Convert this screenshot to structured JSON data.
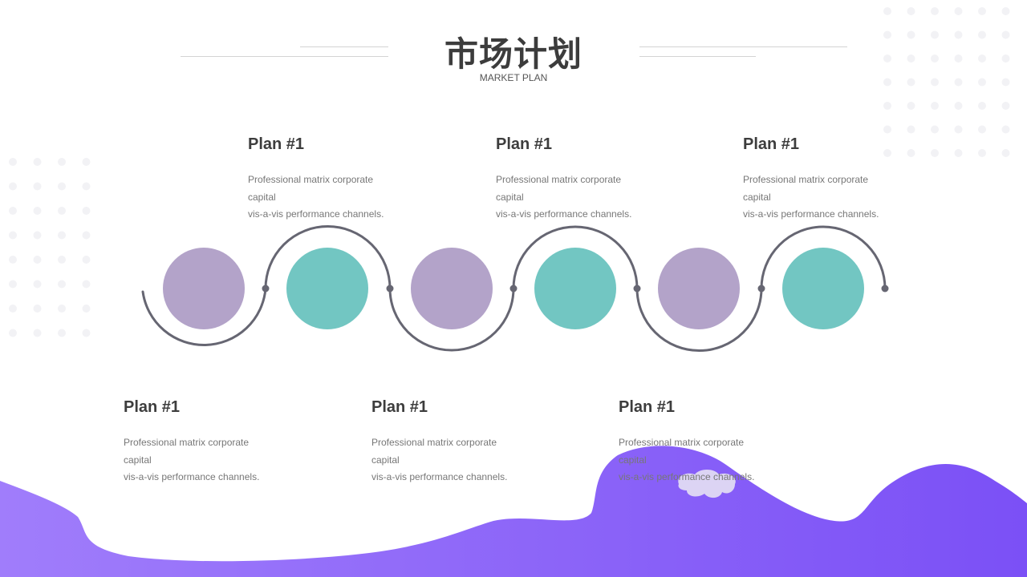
{
  "header": {
    "title": "市场计划",
    "subtitle": "MARKET PLAN"
  },
  "plans": [
    {
      "title": "Plan #1",
      "lines": [
        "Professional matrix corporate",
        "capital",
        "vis-a-vis performance channels."
      ]
    },
    {
      "title": "Plan #1",
      "lines": [
        "Professional matrix corporate",
        "capital",
        "vis-a-vis performance channels."
      ]
    },
    {
      "title": "Plan #1",
      "lines": [
        "Professional matrix corporate",
        "capital",
        "vis-a-vis performance channels."
      ]
    },
    {
      "title": "Plan #1",
      "lines": [
        "Professional matrix corporate",
        "capital",
        "vis-a-vis performance channels."
      ]
    },
    {
      "title": "Plan #1",
      "lines": [
        "Professional matrix corporate",
        "capital",
        "vis-a-vis performance channels."
      ]
    },
    {
      "title": "Plan #1",
      "lines": [
        "Professional matrix corporate",
        "capital",
        "vis-a-vis performance channels."
      ]
    }
  ],
  "colors": {
    "purple_circle": "#b3a3c9",
    "teal_circle": "#72c6c2",
    "connector": "#666672",
    "wave_light": "#a07dfb",
    "wave_dark": "#7b50f6",
    "dot_pattern": "#f2f2f5"
  }
}
